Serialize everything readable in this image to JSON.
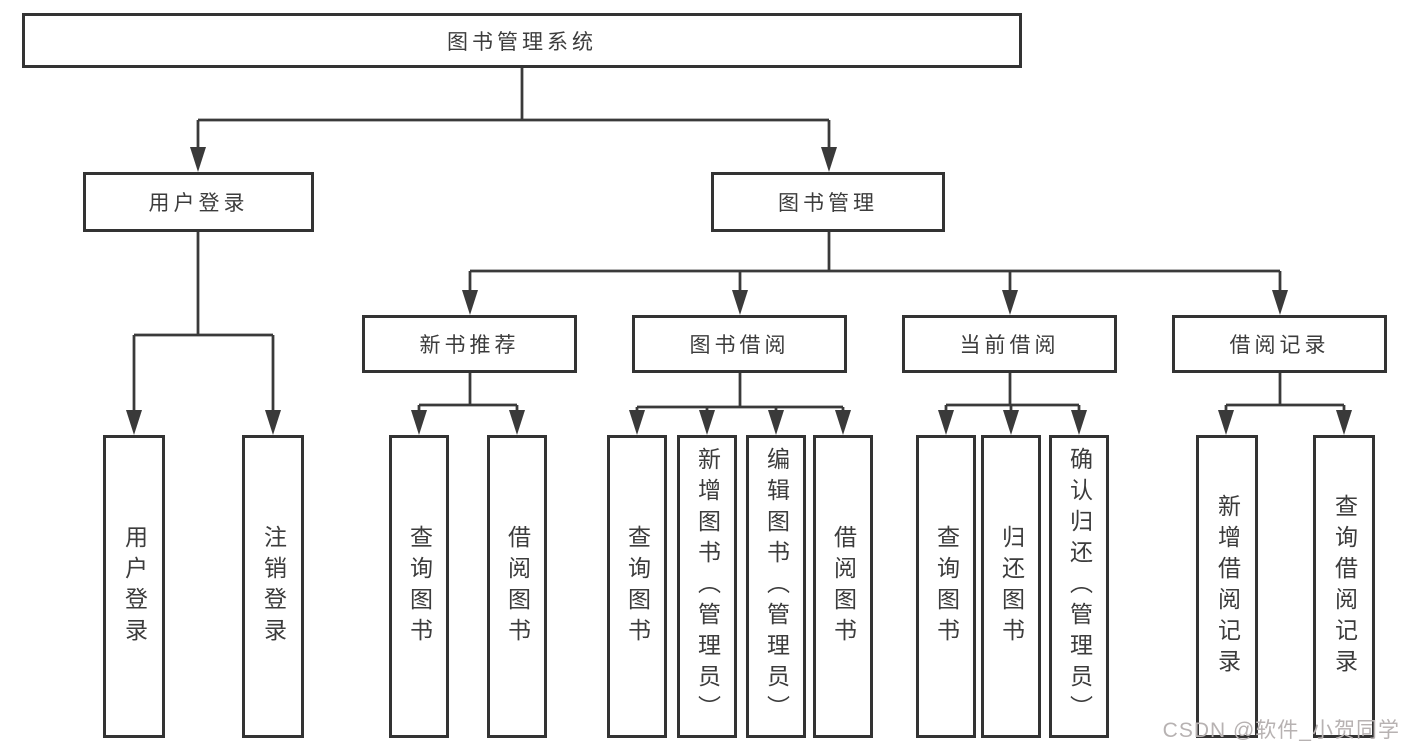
{
  "diagram": {
    "root": {
      "label": "图书管理系统"
    },
    "branches": [
      {
        "label": "用户登录",
        "children": [
          {
            "label": "用户登录"
          },
          {
            "label": "注销登录"
          }
        ]
      },
      {
        "label": "图书管理",
        "children": [
          {
            "label": "新书推荐",
            "children": [
              {
                "label": "查询图书"
              },
              {
                "label": "借阅图书"
              }
            ]
          },
          {
            "label": "图书借阅",
            "children": [
              {
                "label": "查询图书"
              },
              {
                "label": "新增图书（管理员）"
              },
              {
                "label": "编辑图书（管理员）"
              },
              {
                "label": "借阅图书"
              }
            ]
          },
          {
            "label": "当前借阅",
            "children": [
              {
                "label": "查询图书"
              },
              {
                "label": "归还图书"
              },
              {
                "label": "确认归还（管理员）"
              }
            ]
          },
          {
            "label": "借阅记录",
            "children": [
              {
                "label": "新增借阅记录"
              },
              {
                "label": "查询借阅记录"
              }
            ]
          }
        ]
      }
    ]
  },
  "watermark": {
    "text": "CSDN @软件_小贺同学"
  },
  "colors": {
    "line": "#3a3a3a",
    "box_border": "#333333",
    "text": "#3c3c3c",
    "watermark": "#b7b2b2",
    "background": "#ffffff"
  }
}
